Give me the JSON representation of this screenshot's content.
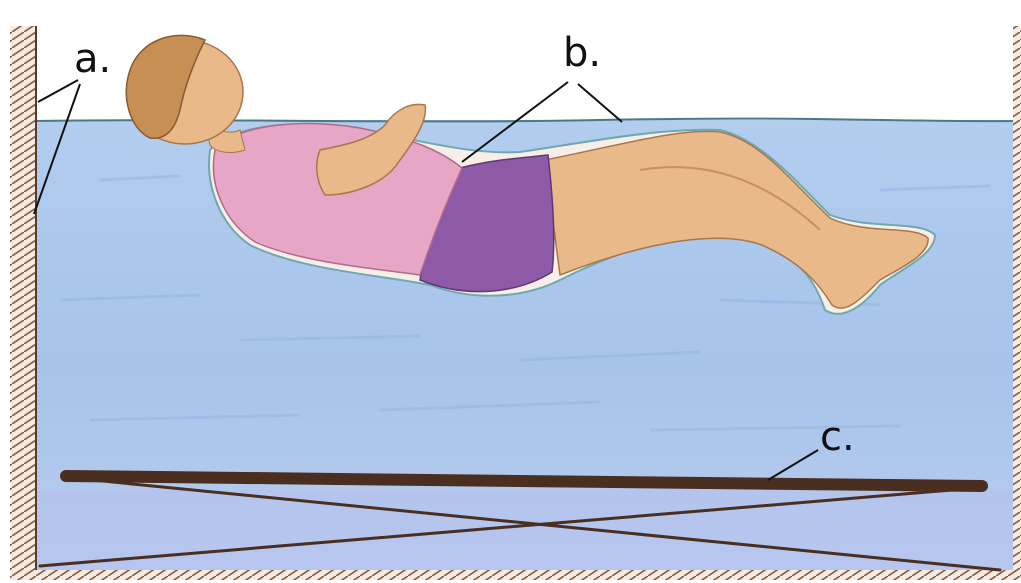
{
  "labels": {
    "a": "a.",
    "b": "b.",
    "c": "c."
  },
  "colors": {
    "water": "#a9c6ea",
    "water_dark": "#8fb2e0",
    "wall": "#8a5a3c",
    "shirt": "#e7a6c6",
    "shorts": "#8e5aa8",
    "skin": "#e9b98a",
    "hair": "#c88f55",
    "frame": "#4a2e1f"
  }
}
